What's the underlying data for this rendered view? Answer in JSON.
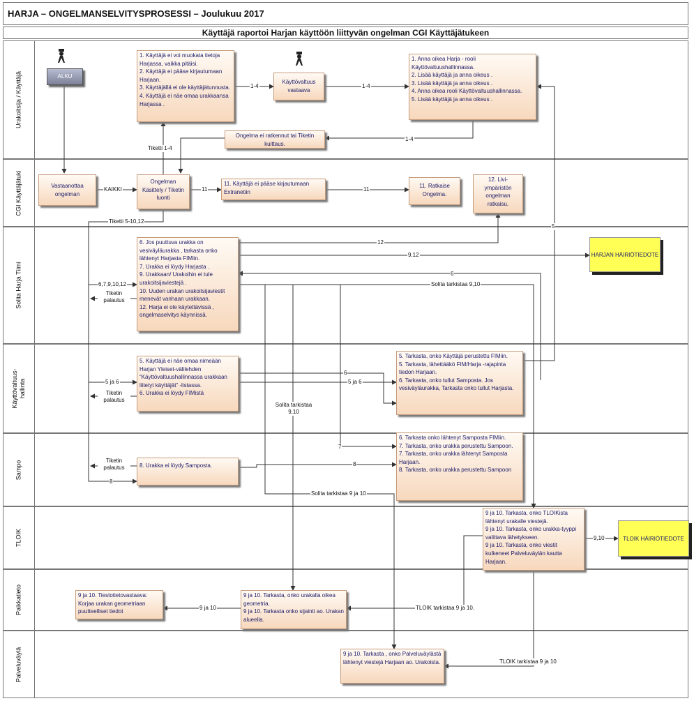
{
  "header": {
    "title": "HARJA  – ONGELMANSELVITYSPROSESSI – Joulukuu 2017",
    "subtitle": "Käyttäjä raportoi Harjan käyttöön liittyvän ongelman CGI Käyttäjätukeen"
  },
  "lanes": [
    "Urakoitsija / Käyttäjä",
    "CGI Käyttäjätuki",
    "Solita Harja Tiimi",
    "Käyttövaltuus-hallinta",
    "Sampo",
    "TLOIK",
    "Paikkatieto",
    "Palveluväylä"
  ],
  "boxes": {
    "alku": "ALKU",
    "user_issues": "1. Käyttäjä ei voi muokata tietoja Harjassa, vaikka pitäisi.\n2. Käyttäjä ei pääse kirjautumaan Harjaan.\n3. Käyttäjällä ei ole käyttäjätunnusta.\n4. Käyttäjä ei näe omaa urakkaansa Harjassa .",
    "kayttovaltuus_vastaava": "Käyttövaltuus vastaava",
    "grant_rights": "1. Anna oikea Harja - rooli Käyttövaltuushallinnassa.\n2. Lisää käyttäjä ja anna oikeus .\n3. Lisää käyttäjä ja anna oikeus .\n4. Anna oikea rooli Käyttövaltuushallinnassa.\n5. Lisää käyttäjä ja anna oikeus .",
    "not_resolved": "Ongelma ei ratkennut tai Tiketin kuittaus.",
    "vastaanottaa": "Vastaanottaa ongelman",
    "kasittely": "Ongelman Käsittely / Tiketin luonti",
    "extranet": "11. Käyttäjä ei pääse kirjautumaan Extranetiin",
    "ratkaise": "11. Ratkaise Ongelma.",
    "liviymparisto": "12. Livi-ympäristön ongelman ratkaisu.",
    "solita_cases": "6. Jos puuttuva urakka on vesiväyläurakka , tarkasta onko lähtenyt Harjasta FIMiin.\n7. Urakka ei löydy Harjasta .\n9. Urakkaan/ Urakoihin ei tule urakoitsijaviestejä .\n10. Uuden urakan urakoitsijaviestit menevät vanhaan urakkaan.\n12. Harja ei ole käytettävissä , ongelmaselvitys käynnissä.",
    "harja_hairio": "HARJAN HÄIRIÖTIEDOTE",
    "kvh_cases": "5. Käyttäjä ei näe omaa nimeään Harjan Yleiset-välilehden “Käyttövaltuushallinnassa urakkaan liitetyt käyttäjät” -listassa.\n6. Urakka ei löydy FIMistä",
    "kvh_checks": "5. Tarkasta, onko Käyttäjä perustettu FIMiin.\n5. Tarkasta, lähettääkö FIM/Harja -rajapinta tiedon Harjaan.\n6. Tarkasta, onko tullut Samposta. Jos vesiväyläurakka, Tarkasta onko tullut Harjasta.",
    "sampo_case": "8. Urakka ei löydy Samposta.",
    "sampo_checks": "6. Tarkasta onko lähtenyt Samposta FIMiin.\n7. Tarkasta, onko urakka perustettu Sampoon.\n7. Tarkasta, onko urakka lähtenyt Samposta Harjaan.\n8. Tarkasta, onko urakka perustettu Sampoon",
    "tloik_checks": "9 ja 10. Tarkasta, onko TLOIKista lähtenyt urakalle viestejä.\n9 ja 10. Tarkasta, onko urakka-tyyppi valittava lähetykseen.\n9 ja 10. Tarkasta, onko viestit kulkeneet Palveluväylän kautta Harjaan.",
    "tloik_hairio": "TLOIK HÄIRIÖTIEDOTE",
    "tiestotieto": "9 ja 10. Tiestotietovastaava: Korjaa urakan geometriaan puutteelliset tiedot",
    "paikka_checks": "9 ja 10. Tarkasta, onko urakalla oikea geometria.\n9 ja 10. Tarkasta onko sijainti ao. Urakan alueella.",
    "palvelu_check": "9 ja 10. Tarkasta , onko Palveluväylästä lähtenyt viestejä Harjaan ao. Urakoista."
  },
  "labels": {
    "l14a": "1-4",
    "l14b": "1-4",
    "l14c": "1-4",
    "tiketti14": "Tiketti 1-4",
    "kaikki": "KAIKKI",
    "l11a": "11",
    "l11b": "11",
    "tiketti5_12": "Tiketti 5-10,12",
    "l12": "12",
    "l912": "9,12",
    "l5": "5",
    "l6a": "6",
    "l6b": "6",
    "l67912": "6,7,9,10,12",
    "tp1": "Tiketin palautus",
    "solita910a": "Solita tarkistaa 9,10",
    "l5ja6a": "5 ja 6",
    "l5ja6b": "5 ja 6",
    "tp2": "Tiketin palautus",
    "solita910b": "Solita tarkistaa 9,10",
    "l7": "7",
    "l8a": "8",
    "tp3": "Tiketin palautus",
    "l8b": "8",
    "solita910c": "Solita tarkistaa 9 ja 10",
    "l910": "9,10",
    "tloik910a": "TLOIK tarkistaa 9 ja 10.",
    "l9ja10": "9 ja 10",
    "tloik910b": "TLOIK tarkistaa 9 ja 10"
  },
  "colors": {
    "box_top": "#fffaf4",
    "box_bottom": "#f7d8bd",
    "yellow": "#ffff55",
    "line": "#333333"
  }
}
